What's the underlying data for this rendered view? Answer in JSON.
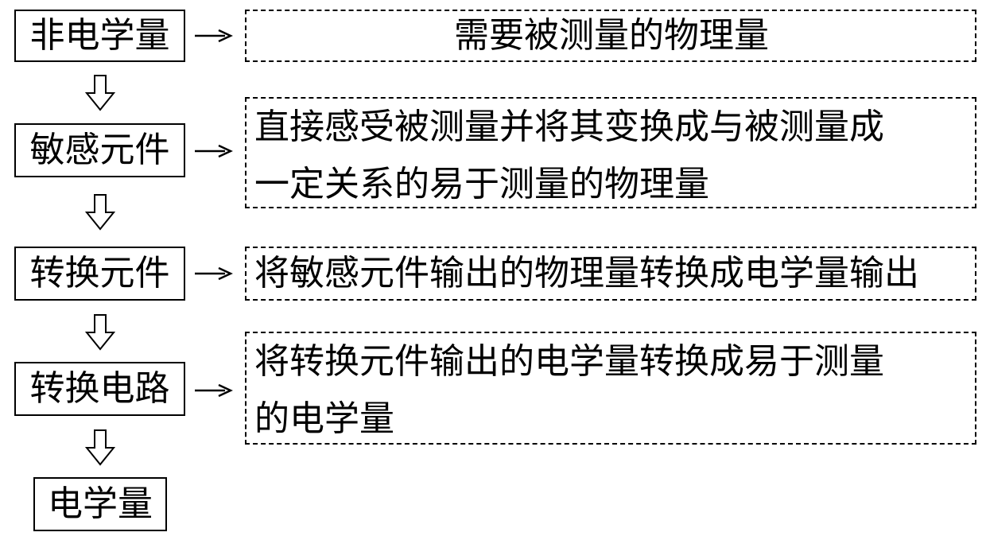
{
  "stages": [
    {
      "label": "非电学量"
    },
    {
      "label": "敏感元件"
    },
    {
      "label": "转换元件"
    },
    {
      "label": "转换电路"
    },
    {
      "label": "电学量"
    }
  ],
  "descriptions": [
    {
      "lines": [
        "需要被测量的物理量"
      ]
    },
    {
      "lines": [
        "直接感受被测量并将其变换成与被测量成",
        "一定关系的易于测量的物理量"
      ]
    },
    {
      "lines": [
        "将敏感元件输出的物理量转换成电学量输出"
      ]
    },
    {
      "lines": [
        "将转换元件输出的电学量转换成易于测量",
        "的电学量"
      ]
    }
  ]
}
